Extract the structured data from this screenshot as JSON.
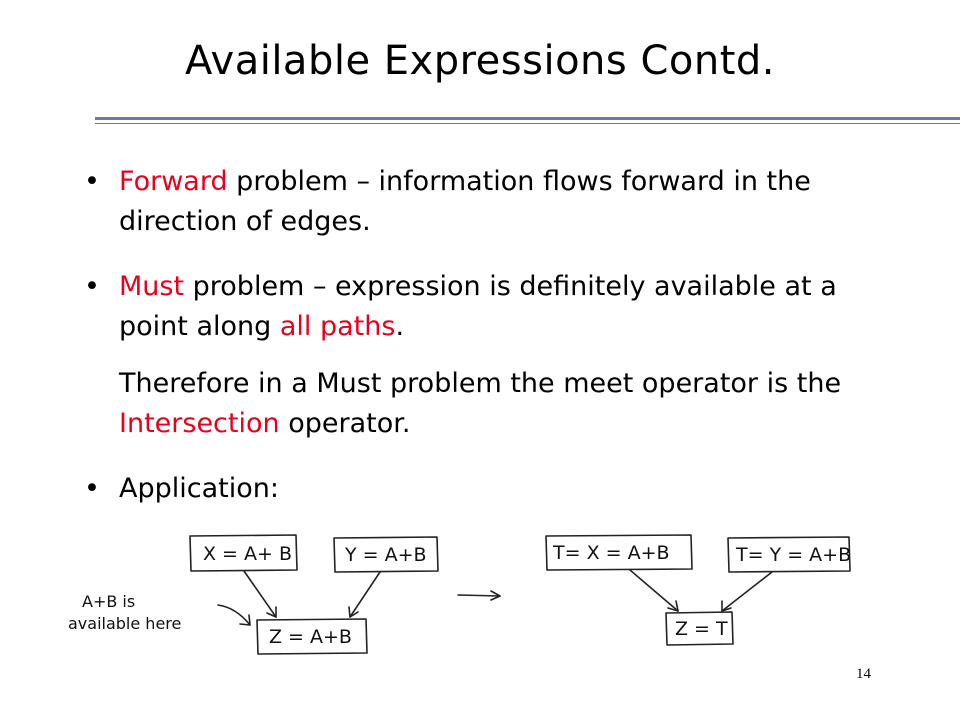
{
  "slide": {
    "title": "Available Expressions Contd.",
    "page_number": "14"
  },
  "bullets": {
    "b1": {
      "red": "Forward",
      "rest": " problem – information flows forward in the direction of edges."
    },
    "b2": {
      "red": "Must",
      "mid": " problem – expression is definitely available at a point along ",
      "red2": "all paths",
      "end": "."
    },
    "para": {
      "start": "Therefore in a Must problem the meet operator is the ",
      "red": "Intersection",
      "end": " operator."
    },
    "b4": {
      "text": "Application:"
    }
  },
  "diagram": {
    "left": {
      "box1": "X = A+ B",
      "box2": "Y = A+B",
      "box3": "Z = A+B",
      "note_line1": "A+B  is",
      "note_line2": "available here"
    },
    "right": {
      "box1": "T= X = A+B",
      "box2": "T= Y = A+B",
      "box3": "Z = T"
    }
  },
  "colors": {
    "accent": "#e8001c",
    "rule": "#6b78a8"
  }
}
